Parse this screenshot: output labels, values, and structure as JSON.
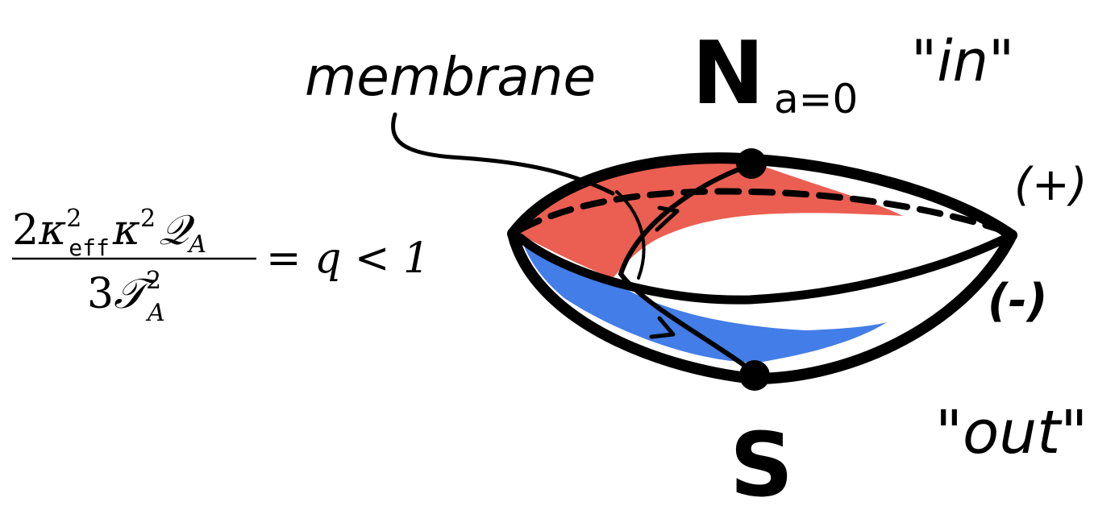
{
  "labels": {
    "membrane": "membrane",
    "north": "N",
    "north_sub": "a=0",
    "in": "\"in\"",
    "plus": "(+)",
    "minus": "(-)",
    "out": "\"out\"",
    "south": "S"
  },
  "equation": {
    "num_coef": "2",
    "kappa": "κ",
    "sup2": "2",
    "eff": "eff",
    "q_cal": "𝒬",
    "sub_a": "A",
    "den_coef": "3",
    "t_cal": "𝒯",
    "rhs": "= q < 1"
  },
  "colors": {
    "ink": "#000000",
    "upper_region": "#e8483a",
    "lower_region": "#2f6fe4"
  }
}
